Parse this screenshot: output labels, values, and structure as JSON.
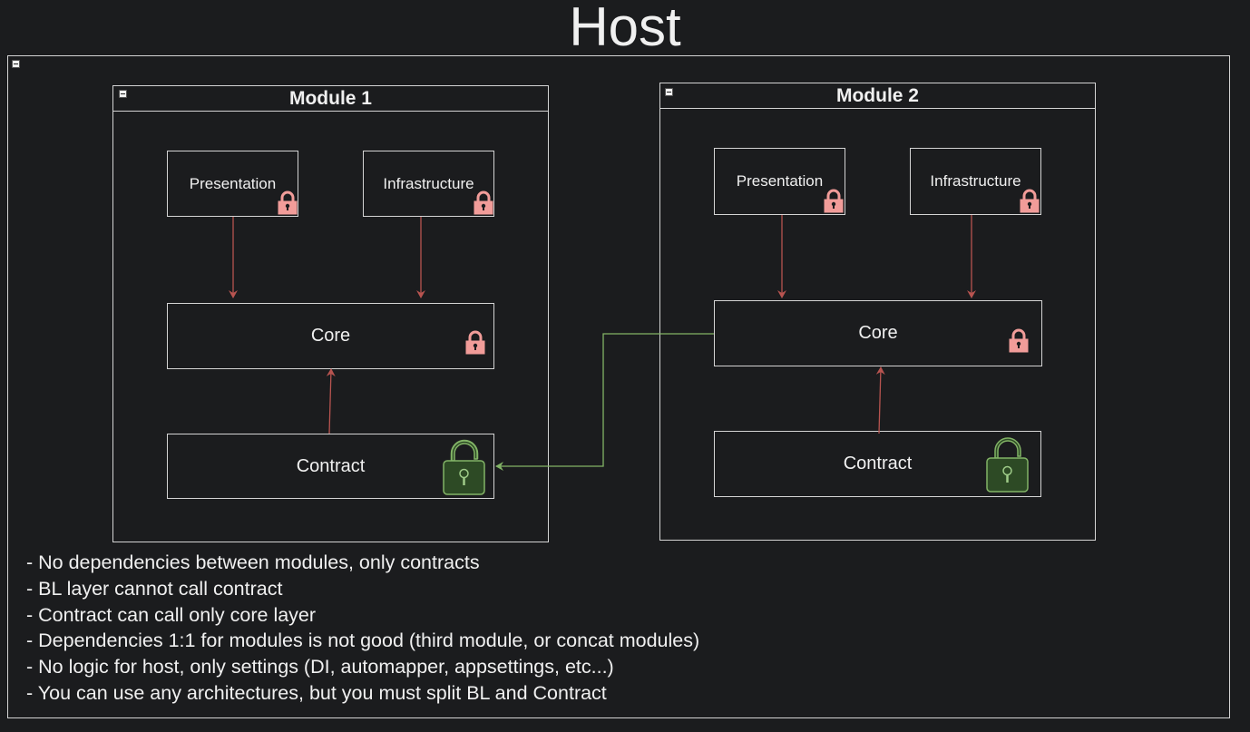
{
  "title": "Host",
  "modules": [
    {
      "title": "Module 1",
      "presentation": "Presentation",
      "infrastructure": "Infrastructure",
      "core": "Core",
      "contract": "Contract"
    },
    {
      "title": "Module 2",
      "presentation": "Presentation",
      "infrastructure": "Infrastructure",
      "core": "Core",
      "contract": "Contract"
    }
  ],
  "notes": [
    "- No dependencies between modules, only contracts",
    "- BL layer cannot call contract",
    "- Contract can call only core layer",
    "- Dependencies 1:1 for modules is not good (third module, or concat modules)",
    "- No logic for host, only settings (DI, automapper, appsettings, etc...)",
    "- You can use any architectures, but you must split BL and Contract"
  ],
  "colors": {
    "background": "#1b1c1e",
    "border": "#d4d4d4",
    "internal_arrow": "#b85450",
    "module_link_arrow": "#82b366",
    "locked_icon": "#f19c99",
    "unlocked_icon_fill": "#2d4a25",
    "unlocked_icon_stroke": "#82b366"
  },
  "icons": {
    "locked": "lock-closed-icon",
    "unlocked": "lock-open-icon",
    "collapse": "collapse-minus-icon"
  }
}
